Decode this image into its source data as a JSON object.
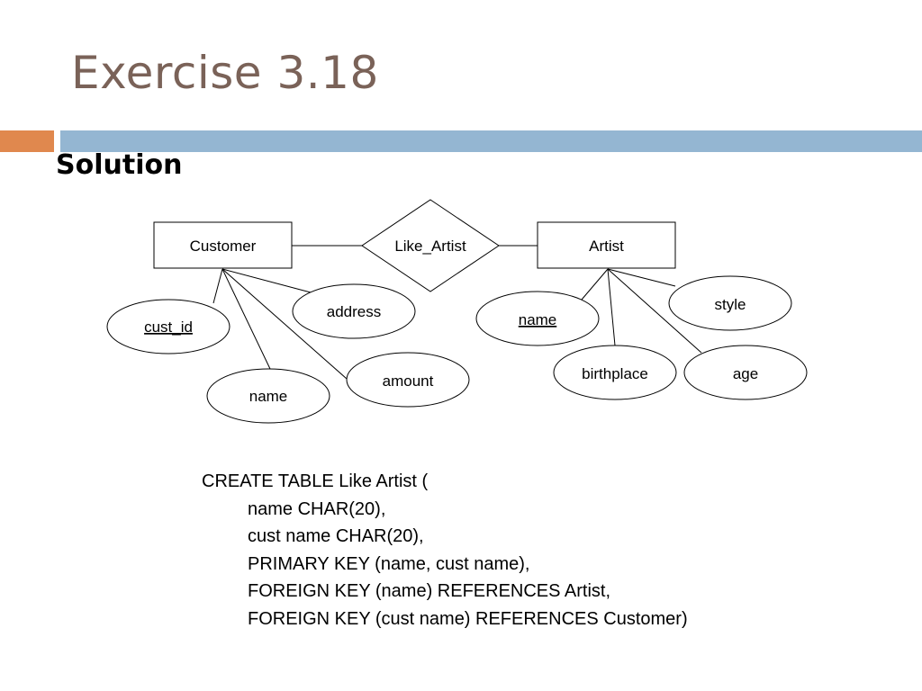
{
  "slide": {
    "title": "Exercise 3.18",
    "subtitle": "Solution"
  },
  "diagram": {
    "entities": {
      "customer": "Customer",
      "artist": "Artist"
    },
    "relationship": "Like_Artist",
    "customer_attributes": {
      "cust_id": "cust_id",
      "address": "address",
      "amount": "amount",
      "name": "name"
    },
    "artist_attributes": {
      "name": "name",
      "style": "style",
      "birthplace": "birthplace",
      "age": "age"
    }
  },
  "sql": {
    "header": "CREATE TABLE Like Artist (",
    "lines": [
      "name CHAR(20),",
      "cust name CHAR(20),",
      "PRIMARY KEY (name, cust name),",
      "FOREIGN KEY (name) REFERENCES Artist,",
      "FOREIGN KEY (cust name) REFERENCES Customer)"
    ]
  }
}
